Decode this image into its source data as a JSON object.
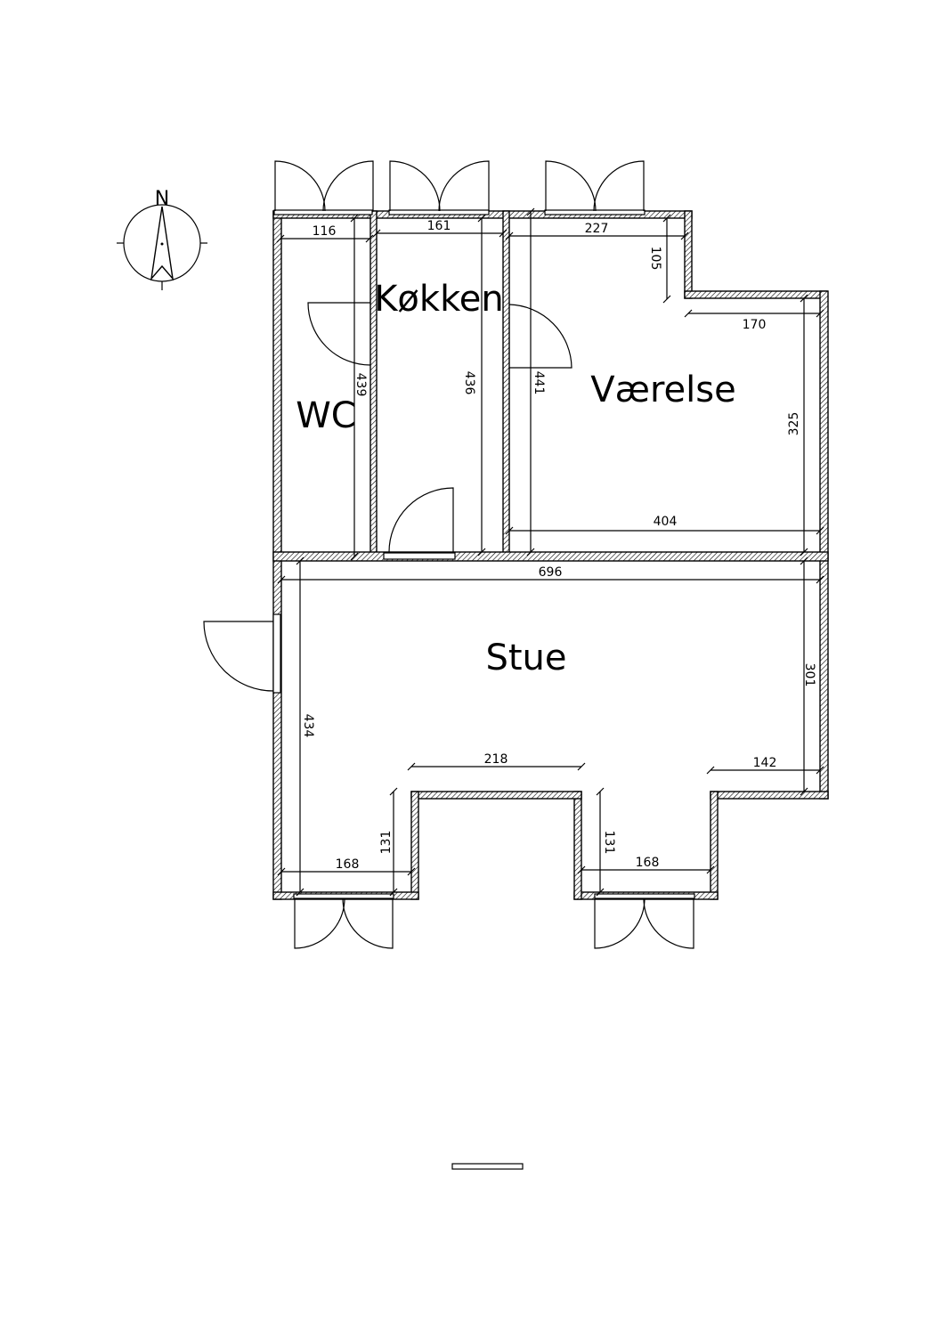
{
  "rooms": {
    "wc": "WC",
    "kitchen": "Køkken",
    "bedroom": "Værelse",
    "living": "Stue"
  },
  "compass": {
    "north": "N"
  },
  "dimensions": {
    "wc_width": "116",
    "kitchen_width": "161",
    "bedroom_width": "227",
    "bedroom_notch_depth": "105",
    "bedroom_ext_width": "170",
    "wc_height": "439",
    "kitchen_height": "436",
    "bedroom_height": "441",
    "bedroom_ext_height": "325",
    "bedroom_full_width": "404",
    "total_width": "696",
    "living_height": "434",
    "living_right_height": "301",
    "center_bay_width": "218",
    "right_ledge_width": "142",
    "left_bay_depth": "131",
    "right_bay_depth": "131",
    "left_bay_width": "168",
    "right_bay_width": "168"
  }
}
